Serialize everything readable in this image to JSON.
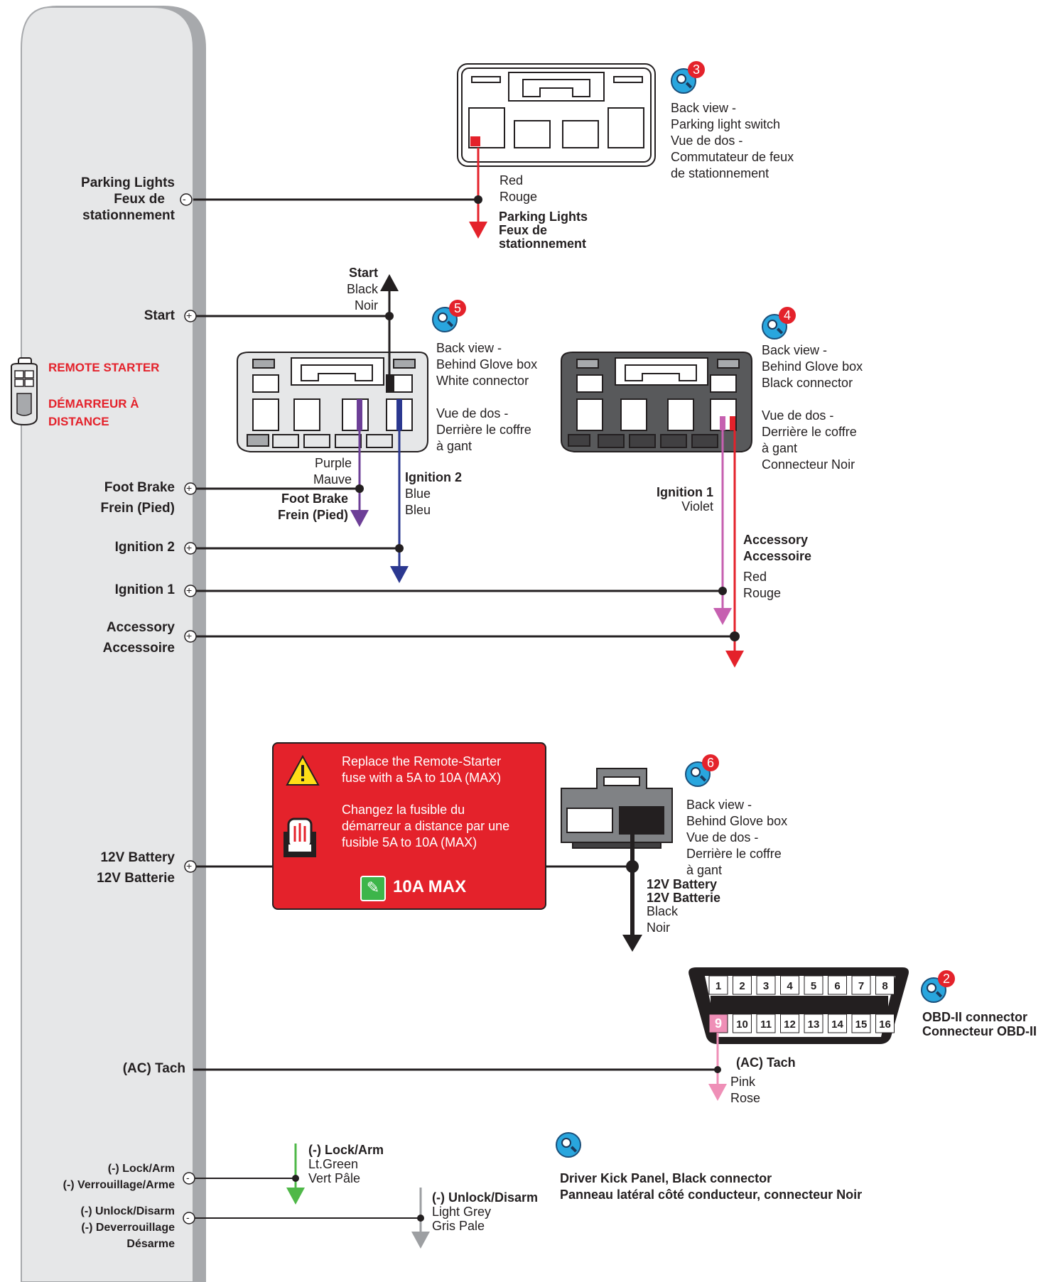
{
  "side_labels": {
    "parking_lights": [
      "Parking Lights",
      "Feux de",
      "stationnement"
    ],
    "start": "Start",
    "remote_starter": [
      "REMOTE STARTER",
      "DÉMARREUR À",
      "DISTANCE"
    ],
    "foot_brake": [
      "Foot Brake",
      "Frein (Pied)"
    ],
    "ignition2": "Ignition 2",
    "ignition1": "Ignition 1",
    "accessory": [
      "Accessory",
      "Accessoire"
    ],
    "battery": [
      "12V Battery",
      "12V Batterie"
    ],
    "tach": "(AC) Tach",
    "lock": [
      "(-) Lock/Arm",
      "(-) Verrouillage/Arme"
    ],
    "unlock": [
      "(-) Unlock/Disarm",
      "(-) Deverrouillage",
      "Désarme"
    ]
  },
  "polarity": {
    "negative": "-",
    "positive": "+"
  },
  "connectors": {
    "parking": {
      "badge": "3",
      "note": [
        "Back view -",
        "Parking light switch",
        "Vue de dos -",
        "Commutateur de feux",
        "de stationnement"
      ]
    },
    "white": {
      "badge": "5",
      "note": [
        "Back view -",
        "Behind Glove box",
        "White connector",
        "",
        "Vue de dos -",
        "Derrière le coffre",
        "à gant"
      ]
    },
    "black": {
      "badge": "4",
      "note": [
        "Back view -",
        "Behind Glove box",
        "Black connector",
        "",
        "Vue de dos -",
        "Derrière le coffre",
        "à gant",
        "Connecteur Noir"
      ]
    },
    "battery": {
      "badge": "6",
      "note": [
        "Back view  -",
        "Behind Glove box",
        "Vue de dos -",
        "Derrière le coffre",
        "à gant"
      ]
    },
    "obd": {
      "badge": "2",
      "note": [
        "OBD-II connector",
        "Connecteur OBD-II"
      ],
      "pins_top": [
        "1",
        "2",
        "3",
        "4",
        "5",
        "6",
        "7",
        "8"
      ],
      "pins_bottom": [
        "9",
        "10",
        "11",
        "12",
        "13",
        "14",
        "15",
        "16"
      ]
    },
    "kick": {
      "note": [
        "Driver Kick Panel, Black connector",
        "Panneau latéral côté conducteur, connecteur Noir"
      ]
    }
  },
  "wires": {
    "parking": {
      "color_name": [
        "Red",
        "Rouge"
      ],
      "function": [
        "Parking Lights",
        "Feux de",
        "stationnement"
      ],
      "color": "#e4222b"
    },
    "start": {
      "function": "Start",
      "color_name": [
        "Black",
        "Noir"
      ],
      "color": "#231f20"
    },
    "foot_brake": {
      "color_name": [
        "Purple",
        "Mauve"
      ],
      "function": [
        "Foot Brake",
        "Frein (Pied)"
      ],
      "color": "#6d3f97"
    },
    "ignition2": {
      "function": "Ignition 2",
      "color_name": [
        "Blue",
        "Bleu"
      ],
      "color": "#2b3890"
    },
    "ignition1": {
      "function": "Ignition 1",
      "color_name": "Violet",
      "color": "#c660b0"
    },
    "accessory": {
      "function": [
        "Accessory",
        "Accessoire"
      ],
      "color_name": [
        "Red",
        "Rouge"
      ],
      "color": "#e4222b"
    },
    "battery": {
      "function": [
        "12V Battery",
        "12V Batterie"
      ],
      "color_name": [
        "Black",
        "Noir"
      ],
      "color": "#231f20"
    },
    "tach": {
      "function": "(AC) Tach",
      "color_name": [
        "Pink",
        "Rose"
      ],
      "color": "#ef8fb7"
    },
    "lock": {
      "function": "(-) Lock/Arm",
      "color_name": [
        "Lt.Green",
        "Vert Pâle"
      ],
      "color": "#4fb848"
    },
    "unlock": {
      "function": "(-) Unlock/Disarm",
      "color_name": [
        "Light Grey",
        "Gris Pale"
      ],
      "color": "#9d9fa2"
    }
  },
  "fuse_warning": {
    "en": [
      "Replace the Remote-Starter",
      "fuse with a 5A to 10A (MAX)"
    ],
    "fr": [
      "Changez la fusible du",
      "démarreur a distance par une",
      "fusible 5A to 10A (MAX)"
    ],
    "max_label": "10A MAX"
  },
  "colors": {
    "panel": "#e6e7e8",
    "panel_shadow": "#a7a9ac",
    "warning_red": "#e4222b",
    "badge_blue": "#29a6de",
    "remote_label": "#e4222b"
  }
}
